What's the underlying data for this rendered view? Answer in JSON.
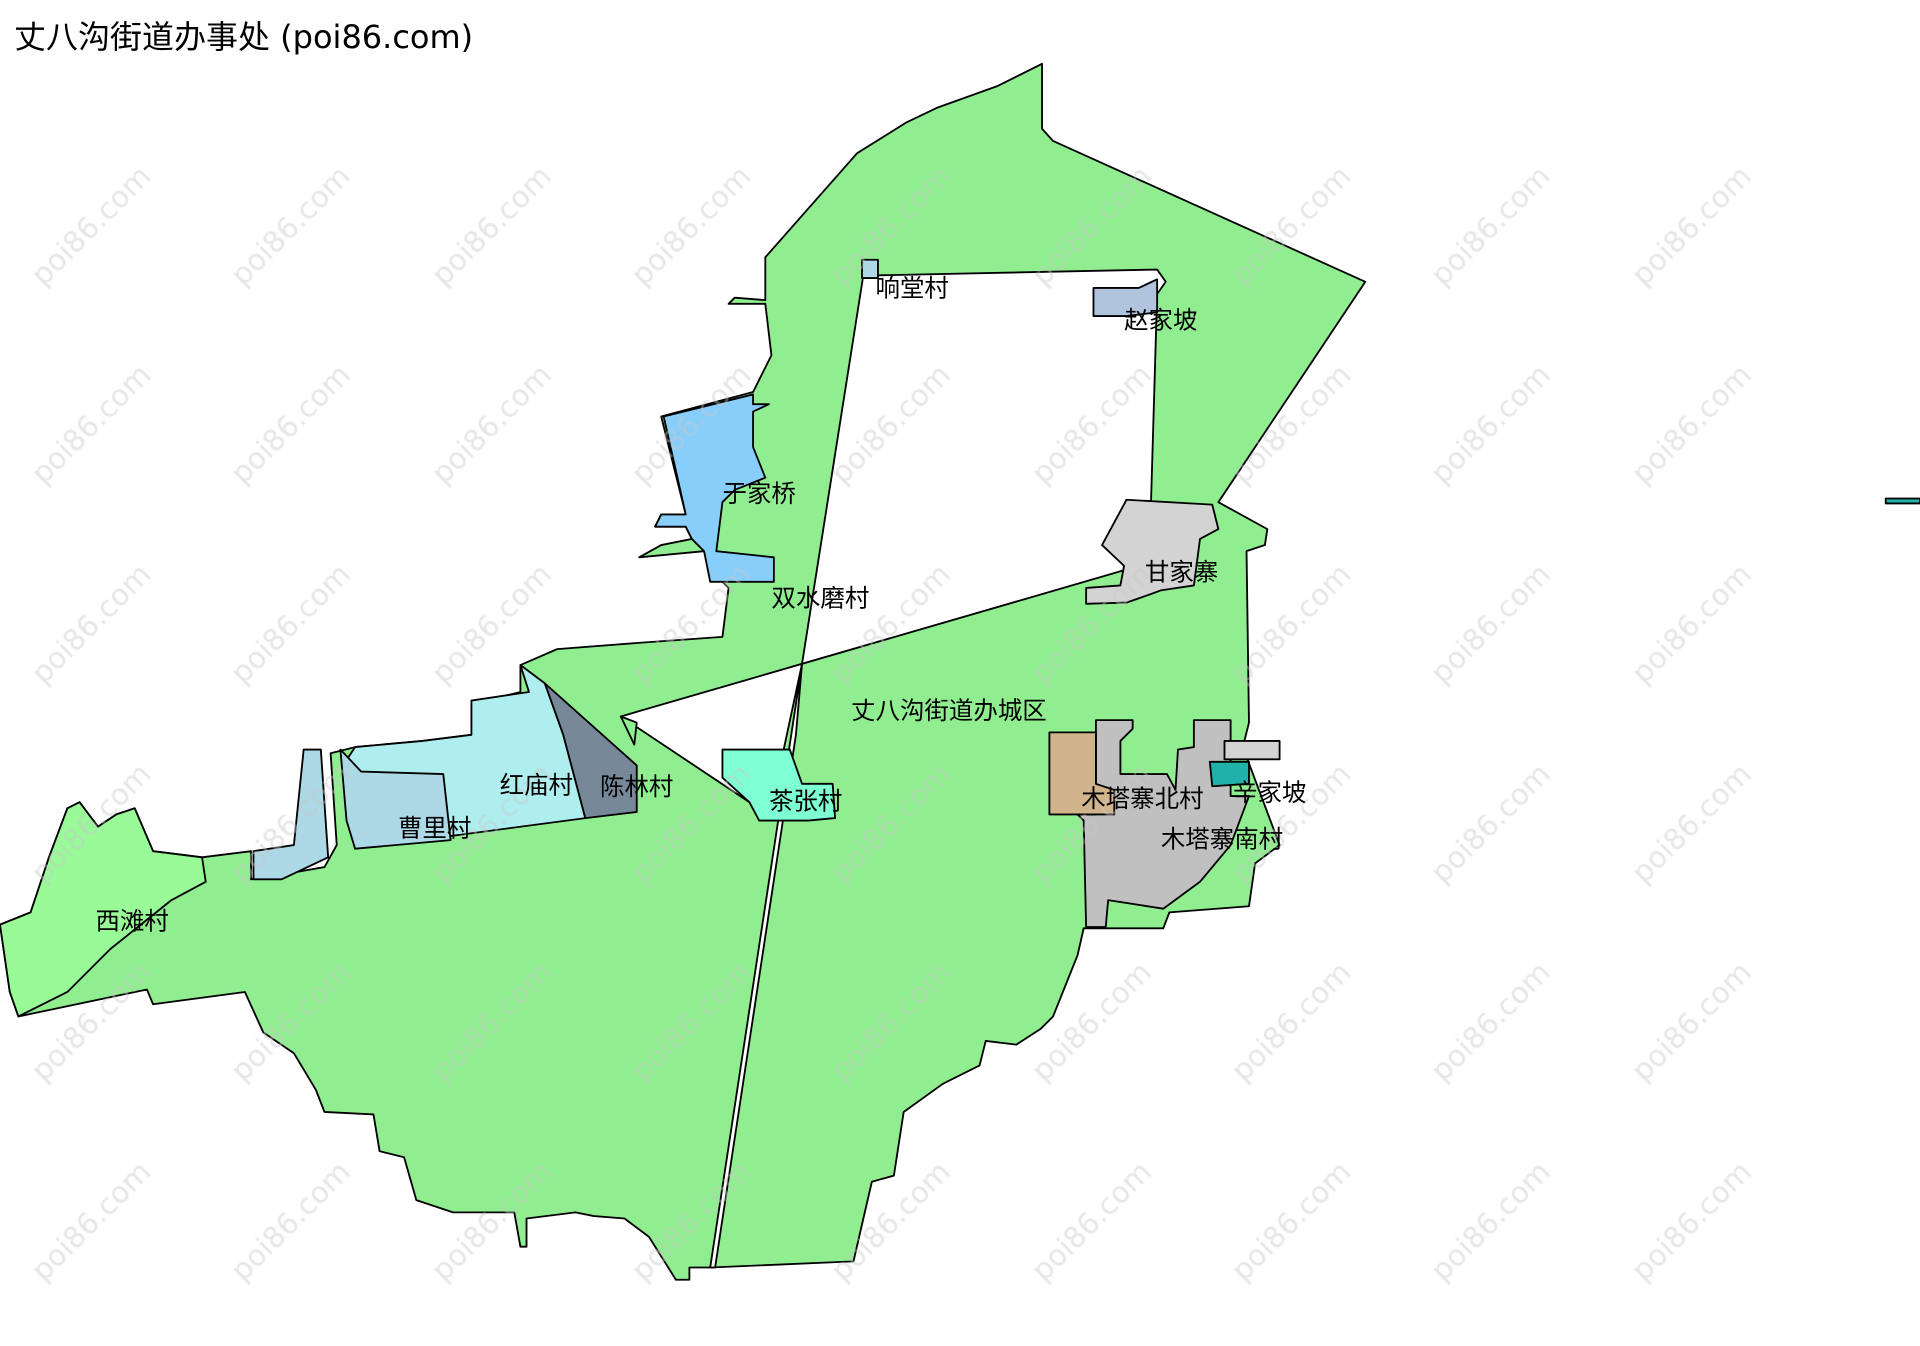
{
  "title": "丈八沟街道办事处 (poi86.com)",
  "watermark": "poi86.com",
  "colors": {
    "main_area": "#90ee90",
    "xitan": "#98fb98",
    "yujiaqiao": "#87cefa",
    "xiangtang": "#add8e6",
    "zhaojiapo": "#b0c4de",
    "ganjiazhai": "#d3d3d3",
    "hongmiao": "#afeeee",
    "chenlin": "#778899",
    "caoli": "#add8e6",
    "chazhang": "#7fffd4",
    "mutazhai_bei": "#d2b48c",
    "mutazhai_nan": "#c0c0c0",
    "xinjiapo": "#20b2aa"
  },
  "labels": {
    "xiangtang": "响堂村",
    "zhaojiapo": "赵家坡",
    "yujiaqiao": "于家桥",
    "shuangshuimo": "双水磨村",
    "ganjiazhai": "甘家寨",
    "chengqu": "丈八沟街道办城区",
    "hongmiao": "红庙村",
    "chenlin": "陈林村",
    "caoli": "曹里村",
    "chazhang": "茶张村",
    "mutazhai_bei": "木塔寨北村",
    "xinjiapo": "辛家坡",
    "mutazhai_nan": "木塔寨南村",
    "xitan": "西滩村"
  }
}
